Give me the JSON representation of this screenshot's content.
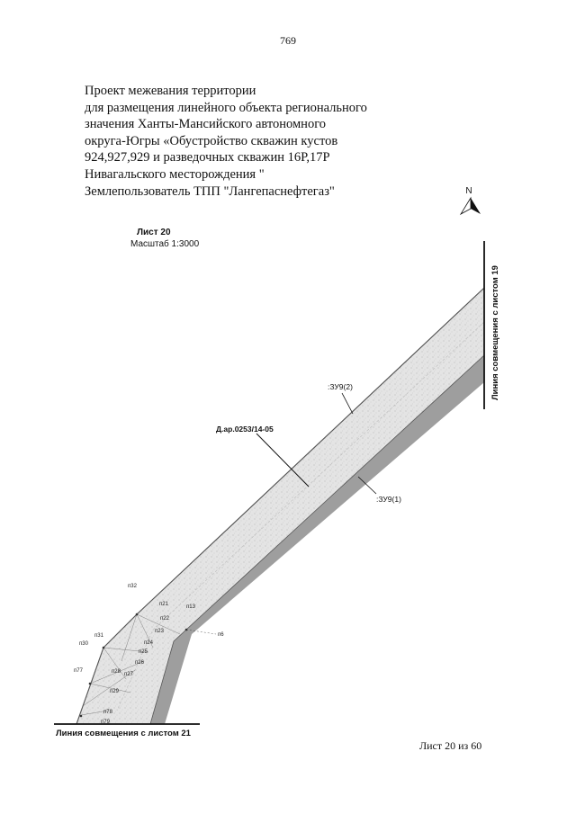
{
  "page_number": "769",
  "header": {
    "lines": [
      "Проект межевания территории",
      "для размещения линейного объекта регионального",
      "значения Ханты-Мансийского автономного",
      "округа-Югры «Обустройство скважин кустов",
      "924,927,929 и разведочных скважин 16Р,17Р",
      "Нивагальского месторождения \"",
      "Землепользователь ТПП \"Лангепаснефтегаз\""
    ]
  },
  "sheet": {
    "title": "Лист 20",
    "scale": "Масштаб 1:3000"
  },
  "compass": {
    "label": "N"
  },
  "map": {
    "junction_right": "Линия совмещения с листом 19",
    "junction_bottom": "Линия совмещения с листом 21",
    "labels": {
      "zu2": ":ЗУ9(2)",
      "zu1": ":ЗУ9(1)",
      "parcel": "Д.ар.0253/14-05"
    },
    "points": [
      "п32",
      "п21",
      "п13",
      "п22",
      "п31",
      "п30",
      "п23",
      "п24",
      "п25",
      "п28",
      "п26",
      "п27",
      "п77",
      "п29",
      "п6",
      "п78",
      "п79"
    ]
  },
  "footer": "Лист 20 из 60"
}
